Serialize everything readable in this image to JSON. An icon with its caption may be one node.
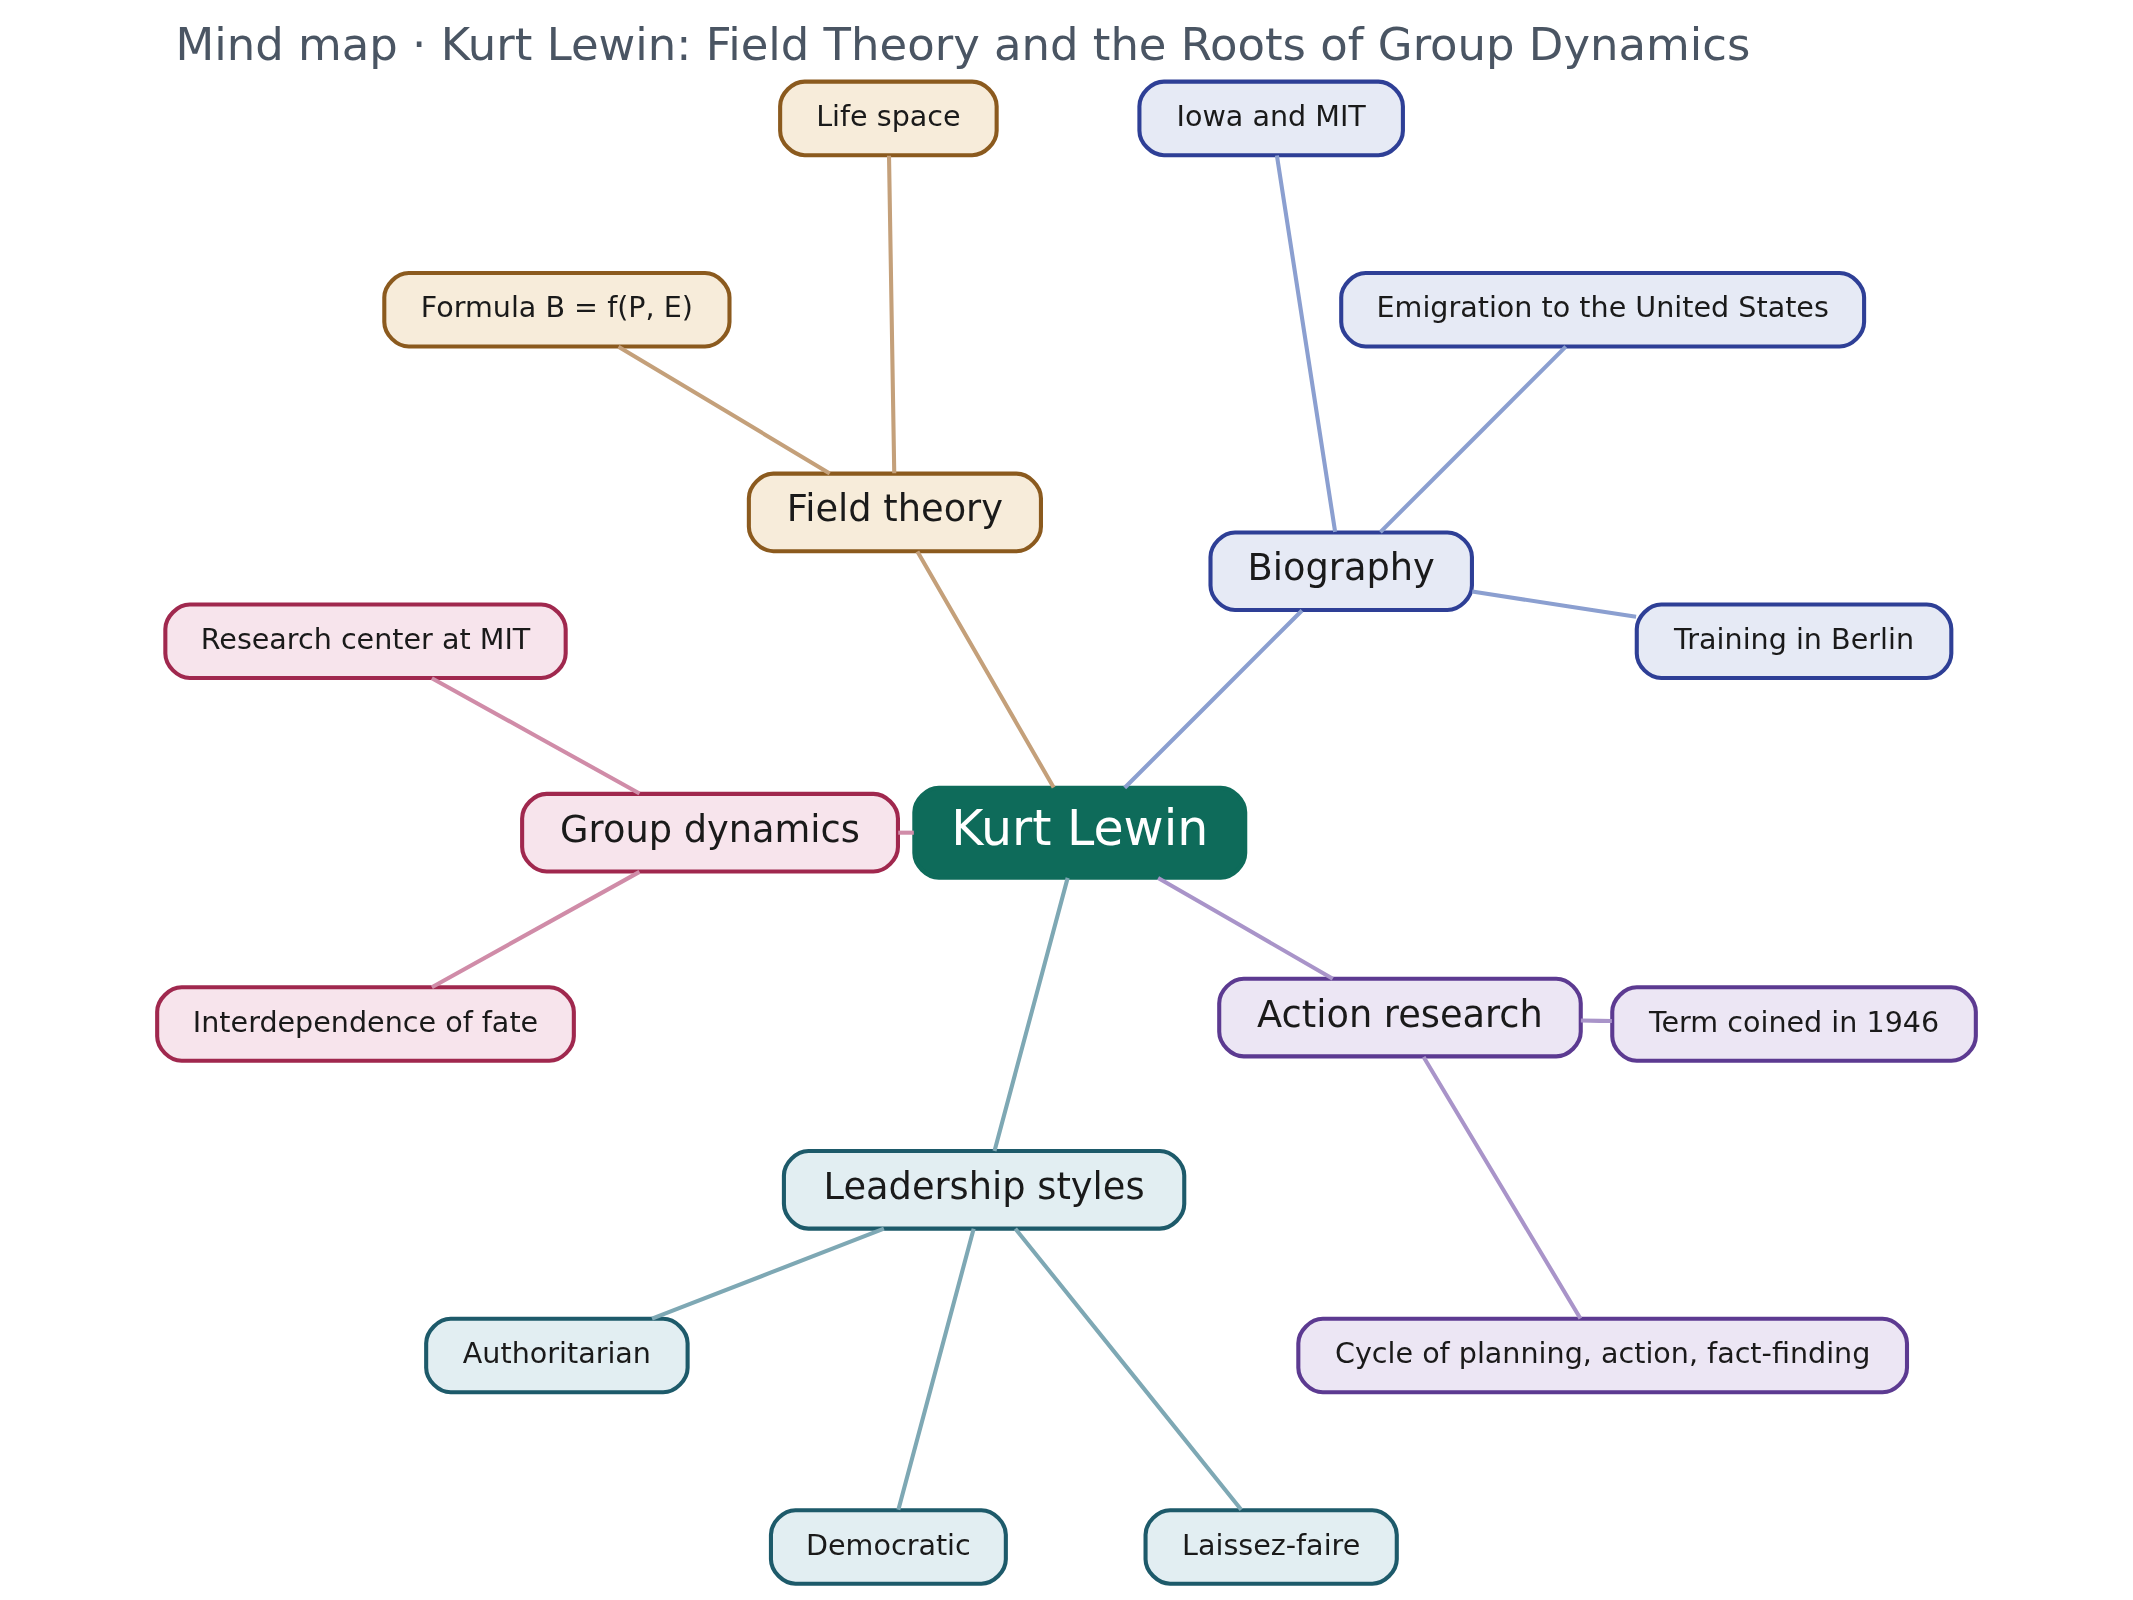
{
  "diagram": {
    "title": "Mind map · Kurt Lewin: Field Theory and the Roots of Group Dynamics",
    "nodes": [
      {
        "text": [
          "Kurt Lewin"
        ]
      },
      {
        "text": [
          "Biography"
        ]
      },
      {
        "text": [
          "Training in Berlin"
        ]
      },
      {
        "text": [
          "Emigration to the United States"
        ]
      },
      {
        "text": [
          "Iowa and MIT"
        ]
      },
      {
        "text": [
          "Field theory"
        ]
      },
      {
        "text": [
          "Life space"
        ]
      },
      {
        "text": [
          "Formula B = f(P, E)"
        ]
      },
      {
        "text": [
          "Group dynamics"
        ]
      },
      {
        "text": [
          "Research center at MIT"
        ]
      },
      {
        "text": [
          "Interdependence of fate"
        ]
      },
      {
        "text": [
          "Leadership styles"
        ]
      },
      {
        "text": [
          "Authoritarian"
        ]
      },
      {
        "text": [
          "Democratic"
        ]
      },
      {
        "text": [
          "Laissez-faire"
        ]
      },
      {
        "text": [
          "Action research"
        ]
      },
      {
        "text": [
          "Cycle of planning, action, fact-finding"
        ]
      },
      {
        "text": [
          "Term coined in 1946"
        ]
      }
    ],
    "edges": [
      {
        "from": 0,
        "to": 1,
        "arrow": "none",
        "color": "#8b9fd0"
      },
      {
        "from": 1,
        "to": 2,
        "arrow": "none",
        "color": "#8b9fd0"
      },
      {
        "from": 1,
        "to": 3,
        "arrow": "none",
        "color": "#8b9fd0"
      },
      {
        "from": 1,
        "to": 4,
        "arrow": "none",
        "color": "#8b9fd0"
      },
      {
        "from": 0,
        "to": 5,
        "arrow": "none",
        "color": "#c4a07a"
      },
      {
        "from": 5,
        "to": 6,
        "arrow": "none",
        "color": "#c4a07a"
      },
      {
        "from": 5,
        "to": 7,
        "arrow": "none",
        "color": "#c4a07a"
      },
      {
        "from": 0,
        "to": 8,
        "arrow": "none",
        "color": "#d08ca8"
      },
      {
        "from": 8,
        "to": 9,
        "arrow": "none",
        "color": "#d08ca8"
      },
      {
        "from": 8,
        "to": 10,
        "arrow": "none",
        "color": "#d08ca8"
      },
      {
        "from": 0,
        "to": 11,
        "arrow": "none",
        "color": "#7ea8b4"
      },
      {
        "from": 11,
        "to": 12,
        "arrow": "none",
        "color": "#7ea8b4"
      },
      {
        "from": 11,
        "to": 13,
        "arrow": "none",
        "color": "#7ea8b4"
      },
      {
        "from": 11,
        "to": 14,
        "arrow": "none",
        "color": "#7ea8b4"
      },
      {
        "from": 0,
        "to": 15,
        "arrow": "none",
        "color": "#a994c9"
      },
      {
        "from": 15,
        "to": 16,
        "arrow": "none",
        "color": "#a994c9"
      },
      {
        "from": 15,
        "to": 17,
        "arrow": "none",
        "color": "#a994c9"
      }
    ]
  }
}
